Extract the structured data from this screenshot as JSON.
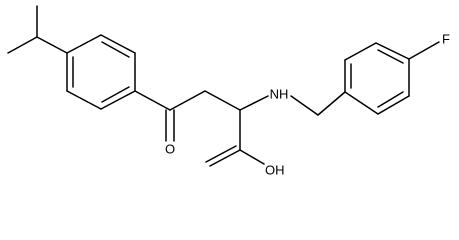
{
  "structure": {
    "atoms": {
      "oxygen_ketone": "O",
      "nitrogen_amine": "NH",
      "fluorine": "F",
      "hydroxyl": "OH"
    }
  },
  "colors": {
    "background": "#ffffff",
    "bond": "#000000",
    "label": "#000000"
  }
}
